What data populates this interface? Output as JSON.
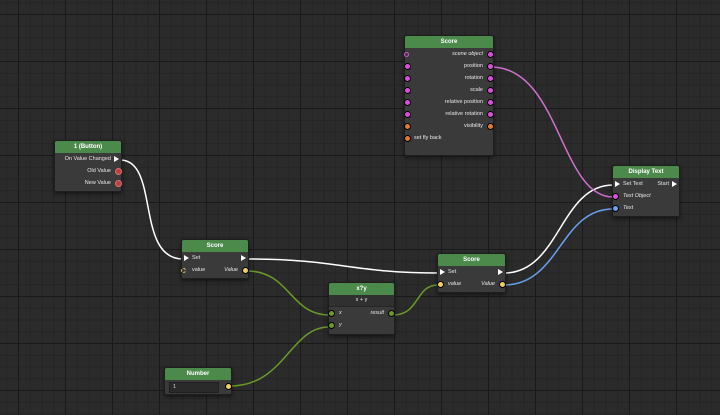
{
  "colors": {
    "header_green": "#4c8a4c",
    "wire_exec": "#ffffff",
    "wire_number": "#6a9a2a",
    "wire_object": "#d070d0",
    "wire_text": "#6aa0f0"
  },
  "nodes": {
    "scene_score": {
      "title": "Score",
      "rows": [
        {
          "label": "scene object",
          "icon": "hollow-pin-icon"
        },
        {
          "label": "position"
        },
        {
          "label": "rotation"
        },
        {
          "label": "scale"
        },
        {
          "label": "relative position"
        },
        {
          "label": "relative rotation"
        },
        {
          "label": "visibility"
        },
        {
          "label": "set fly back"
        }
      ]
    },
    "button": {
      "title": "1 (Button)",
      "outputs": [
        "On Value Changed",
        "Old Value",
        "New Value"
      ]
    },
    "set_score": {
      "title": "Score",
      "set": "Set",
      "value_in": "value",
      "value_out": "Value"
    },
    "add": {
      "title": "x?y",
      "op": "x + y",
      "x": "x",
      "y": "y",
      "result": "result"
    },
    "get_score": {
      "title": "Score",
      "set": "Set",
      "value_in": "value",
      "value_out": "Value"
    },
    "display_text": {
      "title": "Display Text",
      "set_text": "Set Text",
      "start": "Start",
      "text_object": "Text Object",
      "text": "Text"
    },
    "number": {
      "title": "Number",
      "value": "1"
    }
  }
}
